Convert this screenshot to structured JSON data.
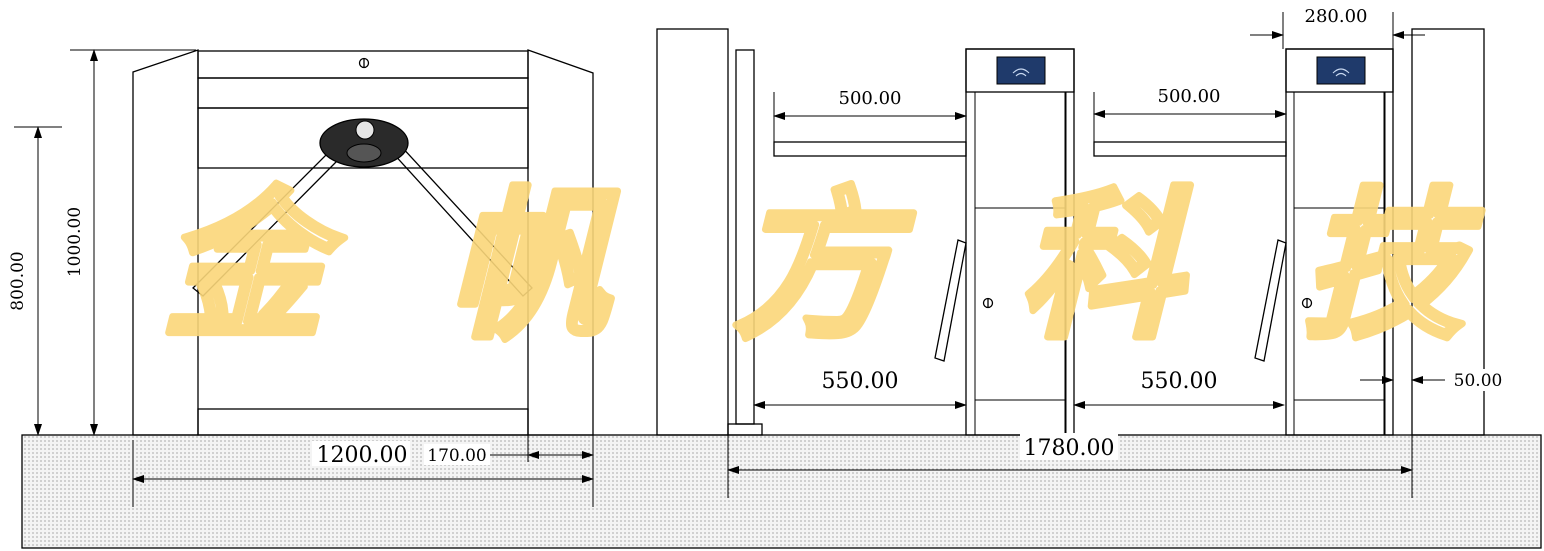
{
  "dimensions": {
    "total_height": "1000.00",
    "arm_height": "800.00",
    "front_width": "1200.00",
    "side_panel_width": "170.00",
    "arm_length_left": "500.00",
    "arm_length_right": "500.00",
    "top_width": "280.00",
    "passage_left": "550.00",
    "passage_right": "550.00",
    "wall_gap": "50.00",
    "overall_length": "1780.00"
  },
  "watermark": {
    "chars": [
      "金",
      "帆",
      "方",
      "科",
      "技"
    ]
  },
  "colors": {
    "ground_fill": "#f2f2f2",
    "pillar_fill": "#6fb3c2",
    "steel_light": "#f4f4f4",
    "steel_dark": "#9a9a9a",
    "watermark": "#fbd77a",
    "reader_screen": "#1f3a6b"
  },
  "icons": {
    "card_reader": "rfid-reader-icon",
    "lock": "lock-icon"
  }
}
